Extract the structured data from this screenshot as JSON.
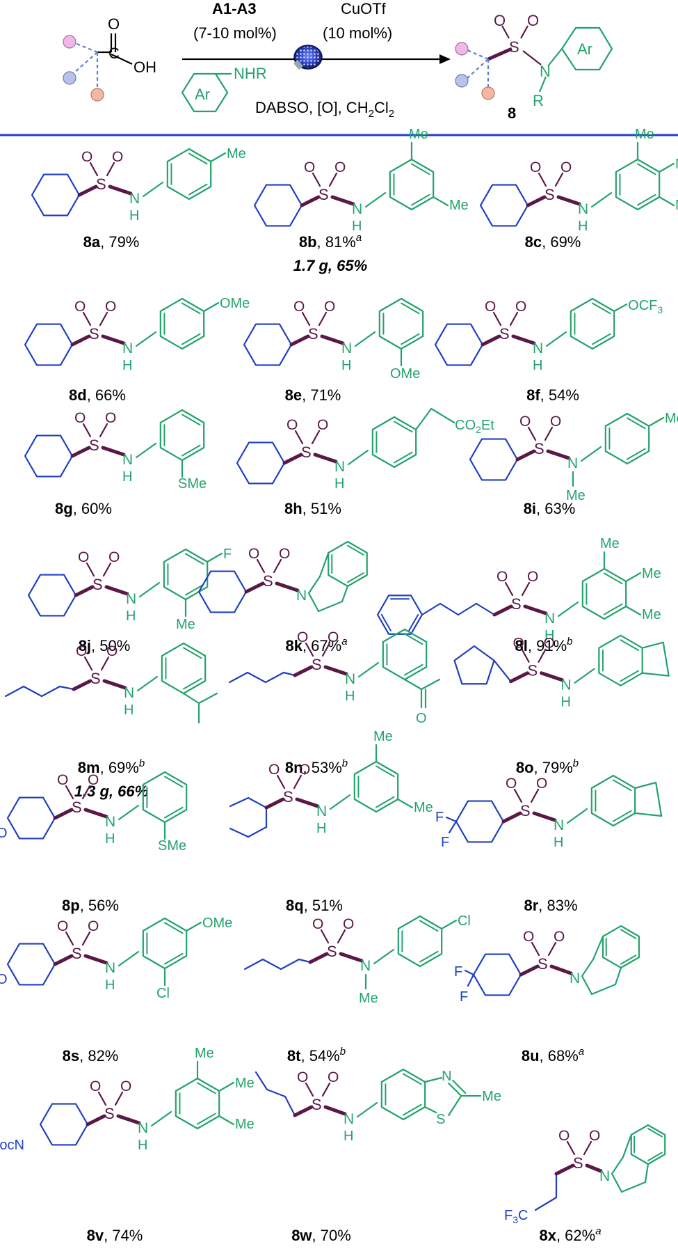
{
  "scheme": {
    "catalyst": "A1-A3",
    "catalyst_loading": "(7-10 mol%)",
    "copper": "CuOTf",
    "copper_loading": "(10 mol%)",
    "reagents_prefix": "DABSO, [O], CH",
    "reagents_sub": "2",
    "reagents_mid": "Cl",
    "reagents_sub2": "2",
    "amine_label": "NHR",
    "ar_label": "Ar",
    "product_number": "8",
    "acid_c": "C",
    "acid_o": "O",
    "acid_oh": "OH",
    "n_label": "N",
    "r_label": "R",
    "s_label": "S"
  },
  "colors": {
    "sulfonyl": "#5a1846",
    "amine": "#23a36b",
    "alkyl": "#1f3fc4",
    "catalyst": "#1f3fc4",
    "copper": "#3bb33b",
    "reagents": "#5a1846",
    "rule": "#1f3fc4"
  },
  "labels": {
    "O": "O",
    "S": "S",
    "N": "N",
    "H": "H",
    "F": "F",
    "Me": "Me",
    "OMe": "OMe",
    "OCF3": "OCF",
    "OCF3_sub": "3",
    "SMe": "SMe",
    "CO2Et_a": "CO",
    "CO2Et_sub": "2",
    "CO2Et_b": "Et",
    "Cl": "Cl",
    "Boc": "BocN",
    "F3C": "F",
    "F3C_sub": "3",
    "F3C_b": "C"
  },
  "compounds": [
    {
      "id": "8a",
      "yield": ", 79%",
      "note": ""
    },
    {
      "id": "8b",
      "yield": ", 81%",
      "note": "a",
      "scale": "1.7 g, 65%"
    },
    {
      "id": "8c",
      "yield": ", 69%",
      "note": ""
    },
    {
      "id": "8d",
      "yield": ", 66%",
      "note": ""
    },
    {
      "id": "8e",
      "yield": ", 71%",
      "note": ""
    },
    {
      "id": "8f",
      "yield": ", 54%",
      "note": ""
    },
    {
      "id": "8g",
      "yield": ", 60%",
      "note": ""
    },
    {
      "id": "8h",
      "yield": ", 51%",
      "note": ""
    },
    {
      "id": "8i",
      "yield": ", 63%",
      "note": ""
    },
    {
      "id": "8j",
      "yield": ", 50%",
      "note": ""
    },
    {
      "id": "8k",
      "yield": ", 67%",
      "note": "a"
    },
    {
      "id": "8l",
      "yield": ", 91%",
      "note": "b"
    },
    {
      "id": "8m",
      "yield": ", 69%",
      "note": "b",
      "scale": "1.3 g, 66%"
    },
    {
      "id": "8n",
      "yield": ", 53%",
      "note": "b"
    },
    {
      "id": "8o",
      "yield": ", 79%",
      "note": "b"
    },
    {
      "id": "8p",
      "yield": ", 56%",
      "note": ""
    },
    {
      "id": "8q",
      "yield": ", 51%",
      "note": ""
    },
    {
      "id": "8r",
      "yield": ", 83%",
      "note": ""
    },
    {
      "id": "8s",
      "yield": ", 82%",
      "note": ""
    },
    {
      "id": "8t",
      "yield": ", 54%",
      "note": "b"
    },
    {
      "id": "8u",
      "yield": ", 68%",
      "note": "a"
    },
    {
      "id": "8v",
      "yield": ", 74%",
      "note": ""
    },
    {
      "id": "8w",
      "yield": ", 70%",
      "note": ""
    },
    {
      "id": "8x",
      "yield": ", 62%",
      "note": "a"
    }
  ]
}
